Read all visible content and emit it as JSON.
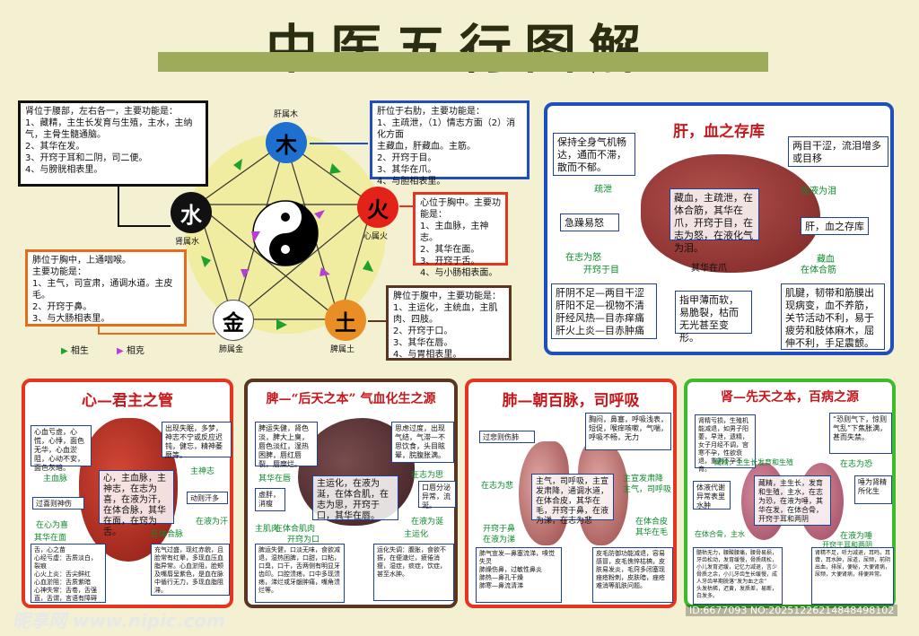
{
  "title": "中医五行图解",
  "wuxing": {
    "elements": {
      "wood": {
        "char": "木",
        "label": "肝属木"
      },
      "fire": {
        "char": "火",
        "label": "心属火"
      },
      "earth": {
        "char": "土",
        "label": "脾属土"
      },
      "metal": {
        "char": "金",
        "label": "肺属金"
      },
      "water": {
        "char": "水",
        "label": "肾属水"
      }
    },
    "kidney_box": "肾位于腰部，左右各一，主要功能是：\n1、藏精，主生长发育与生殖，主水，主纳气，主骨生髓通脑。\n2、其华在发。\n3、开窍于耳和二阴，司二便。\n4、与膀胱相表里。",
    "liver_box": "肝位于右肋，主要功能是：\n1、主疏泄，（1）情志方面（2）消化方面\n主藏血，肝藏血。主筋。\n2、开窍于目。\n3、其华在爪。\n4、与胆相表里。",
    "heart_box": "心位于胸中。主要功能是：\n1、主血脉，主神志。\n2、其华在面。\n3、开窍于舌。\n4、与小肠相表面。",
    "lung_box": "肺位于胸中，上通咽喉。\n主要功能是：\n1、主气，司宣肃，通调水道。主皮毛。\n2、开窍于鼻。\n3、与大肠相表里。",
    "spleen_box": "脾位于腹中，主要功能是：\n1、主运化，主统血，主肌肉、四肢。\n2、开窍于口。\n3、其华在唇。\n4、与胃相表里。",
    "legend": {
      "generate": "相生",
      "restrain": "相克"
    },
    "colors": {
      "wood": "#1e6fd0",
      "fire": "#e32219",
      "earth": "#e98e25",
      "metal": "#ffffff",
      "water": "#111111",
      "generate": "#1fa12e",
      "restrain": "#b83ed6"
    }
  },
  "liver_panel": {
    "title": "肝，血之存库",
    "box_tl": "保持全身气机畅达，通而不滞，散而不郁。",
    "box_tr": "两目干涩，流泪增多或目移",
    "box_center": "藏血，主疏泄，在体合筋，其华在爪，开窍于目，在志为怒，在液化气为泪。",
    "box_fear": "急躁易怒",
    "box_store": "肝，血之存库",
    "box_bl": "肝阴不足—两目干涩\n肝阳不足—视物不清\n肝经风热—目赤痒痛\n肝火上炎—目赤肿痛",
    "box_bm": "指甲薄而软，易脆裂，枯而无光甚至变形。",
    "box_br": "肌腱，韧带和筋膜出现病变，血不养筋，关节活动不利，易于疲劳和肢体麻木，屈伸不利，手足震颤。",
    "labels": [
      "疏泄",
      "在液为泪",
      "在志为怒",
      "开窍于目",
      "其华在爪",
      "藏血",
      "在体合筋"
    ]
  },
  "heart_panel": {
    "title": "心—君主之管",
    "box1": "心血亏虚，心慌，心悸，面色无华，心血淤阻，心动不安，面色灰暗。",
    "box2": "出现失眠，多梦，神志不宁或反应迟钝，健忘，精神萎靡等。",
    "center": "心，主血脉，主神志，在志为喜，在液为汗，在体合脉，其华在面，在窍为舌。",
    "box3": "过喜则神伤",
    "box4": "动则汗多",
    "box5": "舌，心之苗\n心经亏虚：舌质淡白，裂痕\n心火上炎：舌尖鲜红\n心血淤阻：舌质紫暗\n心神失常：舌卷，舌强直，舌谓，言语有障碍",
    "box6": "充气过盛，现红赤貌，且脸常有红晕，多现血压血脂异常。心血淤阻，脸颊及嘴唇呈紫色，是血在脉中循行无力，多现血脂阻滞。",
    "labels": [
      "主血脉",
      "主神志",
      "在心为喜",
      "在体合脉",
      "在液为汗",
      "其华在面"
    ]
  },
  "spleen_panel": {
    "title_a": "脾—“后天之本”",
    "title_b": "气血化生之源",
    "box1": "脾运失健，肾色淡，脾大上臭，唇色淡红，湿热困脾，唇红唇裂，唇糜烂。",
    "box2": "思虑过度，出现气结，气滞—不思饮食，头目眩晕，脘腹胀满。",
    "center": "主运化，在液为涎，在体合肌，在志为思，开窍于口，其华在唇。",
    "box3": "虚胖，消瘦",
    "box4": "口唇分泌异常，流涎。",
    "box5": "脾运失健，口淡无味，食欲减退，湿热困脾，口甜，口粘，口臭，口干，舌两侧有明显牙齿印。口腔溃疡，口中多现溃疡，涕烂或牙龈肿痛，嘴角溃烂等。",
    "box6": "运化失调：腹胀，食欲不振，在便溏烂，疲倦消瘦，湿症，痰症，饮症，甚至水肿。",
    "labels": [
      "其华在唇",
      "在志为思",
      "主肌肉",
      "在液为涎",
      "主运化",
      "开窍为口",
      "在体合肌肉"
    ]
  },
  "lung_panel": {
    "title": "肺—朝百脉，司呼吸",
    "box1": "过悲则伤肺",
    "box2": "胸闷，鼻塞，呼吸浅表，短促，喉痒咳嗽，气喘，呼吸不畅，无力",
    "center": "主气，司呼吸，主宣发肃降，通调水道，在体合皮，其华在毛，开窍于鼻，在液为涕，在志为悲",
    "box3": "肺气宣发—鼻塞流涕，嗅觉失灵\n肺燥伤鼻，过敏性鼻炎\n肺热—鼻孔干燥\n肺寒—鼻流清涕",
    "box4": "皮毛防御功能减退，容易感冒，皮毛憔悴枯槁，皮肤易发炎，毛窍多闭塞现痤疮粉刺，皮肤暗，痤疮难消等肌肤问题。",
    "labels": [
      "在志为悲",
      "开窍于鼻",
      "在液为涕",
      "主宣发肃降",
      "主气，司呼吸",
      "在体合皮",
      "其华在毛"
    ]
  },
  "kidney_panel": {
    "title": "肾—先天之本，百病之源",
    "box1": "肾精亏损，生殖机能减退，如男子阳萎，早泄，遗精，女子月经不调，宫寒不孕，性欲衰退，重则不孕不育。",
    "box2": "“恐则气下，惊则气乱”下焦胀满，甚而失禁。",
    "box3": "体液代谢异常表里水肿",
    "box4": "唾为肾精所化生",
    "center": "藏精，主生长，发育和生殖，主水，在志为恐，在液为唾，其华在发，在体合骨，开窍于耳和两阴",
    "box5": "髓枯无力，腰酸腰痛，腰骨易损，牙齿松动，发育缓慢，骨质疏松，小儿发育迟缓，记忆力减退，言少骨质之余，小儿牙齿生长缓慢，成人牙齿早期脱落“发为血之余”\n头发枯稀，迟黄，发质差，易断，白发多。",
    "box6": "肾精不足，听力减退，耳鸣，耳聋，耳水肿，尿道，尿频，前阴出血，排尿，便秘，大便肾病，尿频，大便肾病，排便异常。",
    "labels": [
      "藏精，主生长发育和生殖",
      "在志为恐",
      "在液为唾",
      "开窍于耳和两阴",
      "在体合骨，主水"
    ]
  },
  "watermark": "昵享网 www.nipic.com",
  "image_id": "ID:6677093 NO:20251226214848498102"
}
